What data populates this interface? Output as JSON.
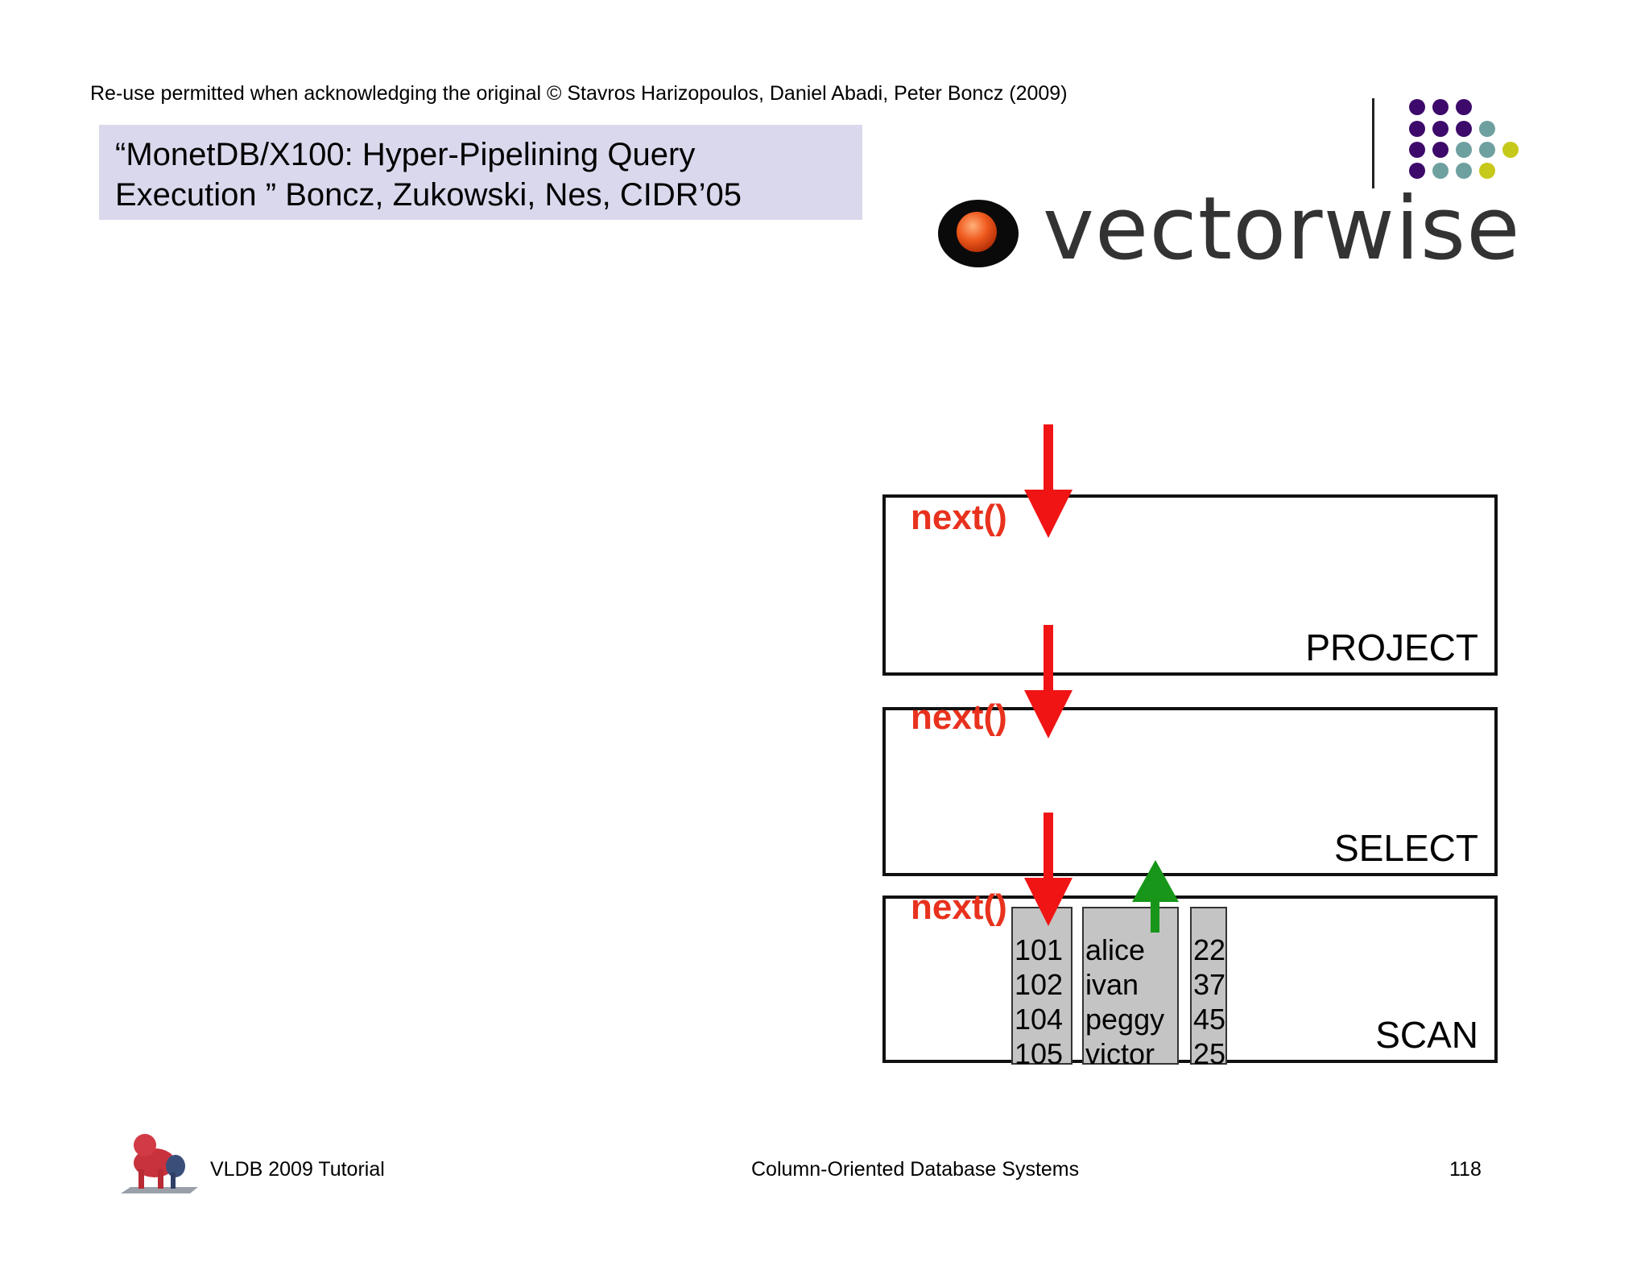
{
  "header": {
    "copyright": "Re-use permitted when acknowledging the original © Stavros Harizopoulos, Daniel Abadi, Peter Boncz (2009)"
  },
  "citation": {
    "line1": "“MonetDB/X100: Hyper-Pipelining Query",
    "line2": "Execution ” Boncz, Zukowski, Nes, CIDR’05"
  },
  "logo": {
    "text": "vectorwise",
    "dot_colors": [
      "#3d0a6b",
      "#6fa0a0",
      "#c6c81a"
    ]
  },
  "diagram": {
    "call_label": "next()",
    "operators": [
      {
        "name": "PROJECT"
      },
      {
        "name": "SELECT"
      },
      {
        "name": "SCAN"
      }
    ],
    "scan_columns": {
      "ids": [
        "101",
        "102",
        "104",
        "105"
      ],
      "names": [
        "alice",
        "ivan",
        "peggy",
        "victor"
      ],
      "ages": [
        "22",
        "37",
        "45",
        "25"
      ]
    },
    "colors": {
      "call_arrow": "#f01414",
      "return_arrow": "#17961a",
      "call_text": "#e8321e",
      "column_fill": "#c4c4c4"
    }
  },
  "footer": {
    "left": "VLDB 2009 Tutorial",
    "center": "Column-Oriented Database Systems",
    "page_number": "118"
  }
}
